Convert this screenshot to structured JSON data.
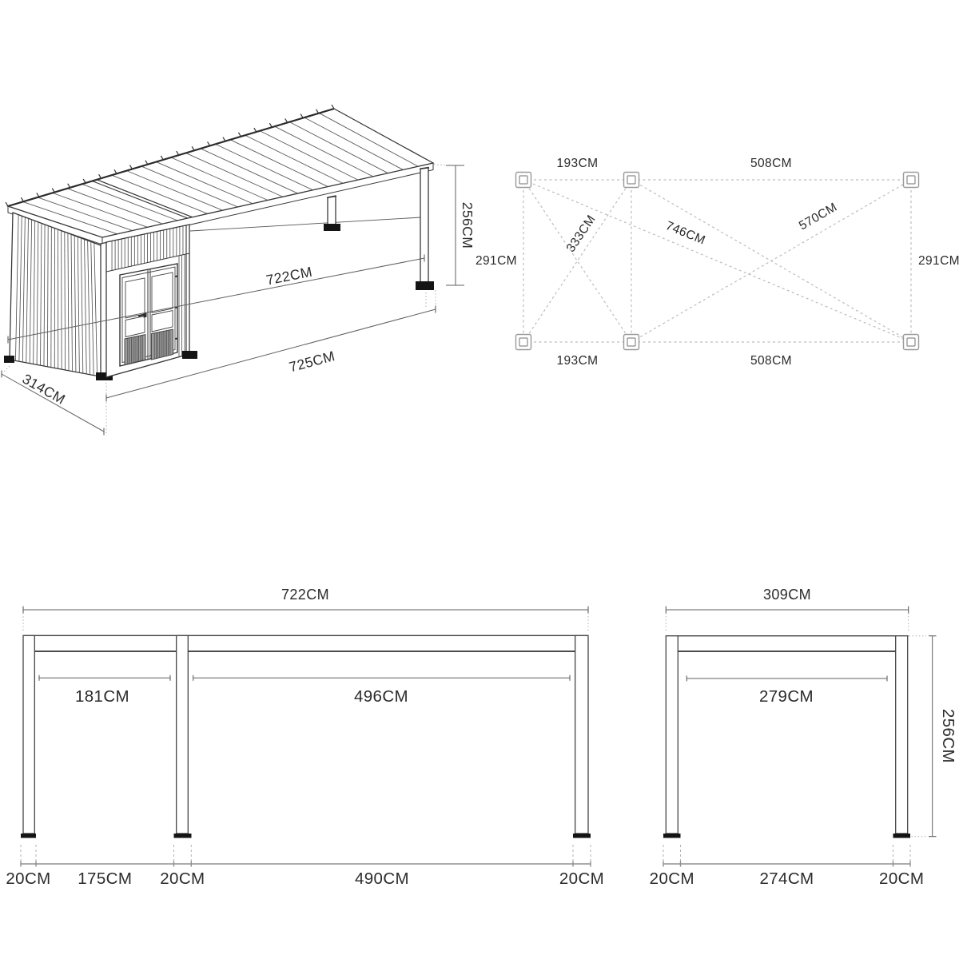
{
  "iso_view": {
    "labels": {
      "height": "256CM",
      "width_inner": "722CM",
      "width_outer": "725CM",
      "depth": "314CM"
    }
  },
  "plan_view": {
    "labels": {
      "top_left_bay": "193CM",
      "top_right_bay": "508CM",
      "bottom_left_bay": "193CM",
      "bottom_right_bay": "508CM",
      "left_side": "291CM",
      "right_side": "291CM",
      "diag_small_bay": "333CM",
      "diag_full": "746CM",
      "diag_large_bay": "570CM"
    }
  },
  "front_elevation": {
    "labels": {
      "overall_width": "722CM",
      "left_bay": "181CM",
      "right_bay": "496CM",
      "bottom": [
        "20CM",
        "175CM",
        "20CM",
        "490CM",
        "20CM"
      ]
    }
  },
  "side_elevation": {
    "labels": {
      "overall_width": "309CM",
      "inner_width": "279CM",
      "height": "256CM",
      "bottom": [
        "20CM",
        "274CM",
        "20CM"
      ]
    }
  },
  "colors": {
    "background": "#ffffff",
    "line_dark": "#333333",
    "line_dim": "#5f5f5f",
    "dashed_gray": "#bcbcbc",
    "slat_fill": "#9c9c9c",
    "foot_black": "#141414"
  }
}
